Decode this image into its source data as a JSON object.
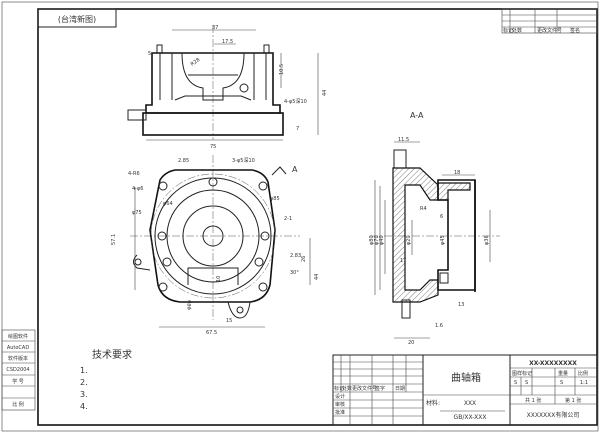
{
  "header_label": "(台湾新图)",
  "revision_table": {
    "headers": [
      "标记",
      "处数",
      "更改文件号",
      "签名"
    ]
  },
  "top_view": {
    "dims": [
      "37",
      "17.5",
      "R28",
      "10.5",
      "4-φ5深10",
      "44",
      "75",
      "7",
      "5"
    ]
  },
  "front_view": {
    "dims": [
      "2.85",
      "3-φ5深10",
      "4-R6",
      "4-φ6",
      "φ75",
      "φ64",
      "φ85",
      "2-1",
      "2.83",
      "30°",
      "26",
      "44",
      "67.5",
      "15",
      "φ80",
      "10",
      "57.1"
    ],
    "section_mark": "A"
  },
  "section_view": {
    "title": "A-A",
    "dims": [
      "11.5",
      "18",
      "φ80",
      "φ70",
      "φ40",
      "φ20",
      "φ45",
      "φ36",
      "17",
      "13",
      "1.6",
      "20",
      "R4",
      "6"
    ]
  },
  "tech_requirements": {
    "title": "技术要求",
    "items": [
      "1.",
      "2.",
      "3.",
      "4."
    ]
  },
  "side_strip": [
    "绘图软件",
    "AutoCAD",
    "软件版本",
    "CSD2004",
    "学 号",
    "",
    "比 例"
  ],
  "title_block": {
    "part_name": "曲轴箱",
    "drawing_no": "XX-XXXXXXXX",
    "material_label": "材料:",
    "material": "XXX",
    "standard": "GB/XX-XXX",
    "company": "XXXXXXX有限公司",
    "sign_headers": [
      "标记",
      "处数",
      "更改文件号",
      "签字",
      "日期"
    ],
    "roles": [
      "设计",
      "审核",
      "批准"
    ],
    "stage_headers": [
      "图样标记",
      "重量",
      "比例"
    ],
    "stage_values": [
      "S",
      "S",
      "S",
      "1:1"
    ],
    "sheet_info": [
      "共 1 张",
      "第 1 张"
    ]
  }
}
